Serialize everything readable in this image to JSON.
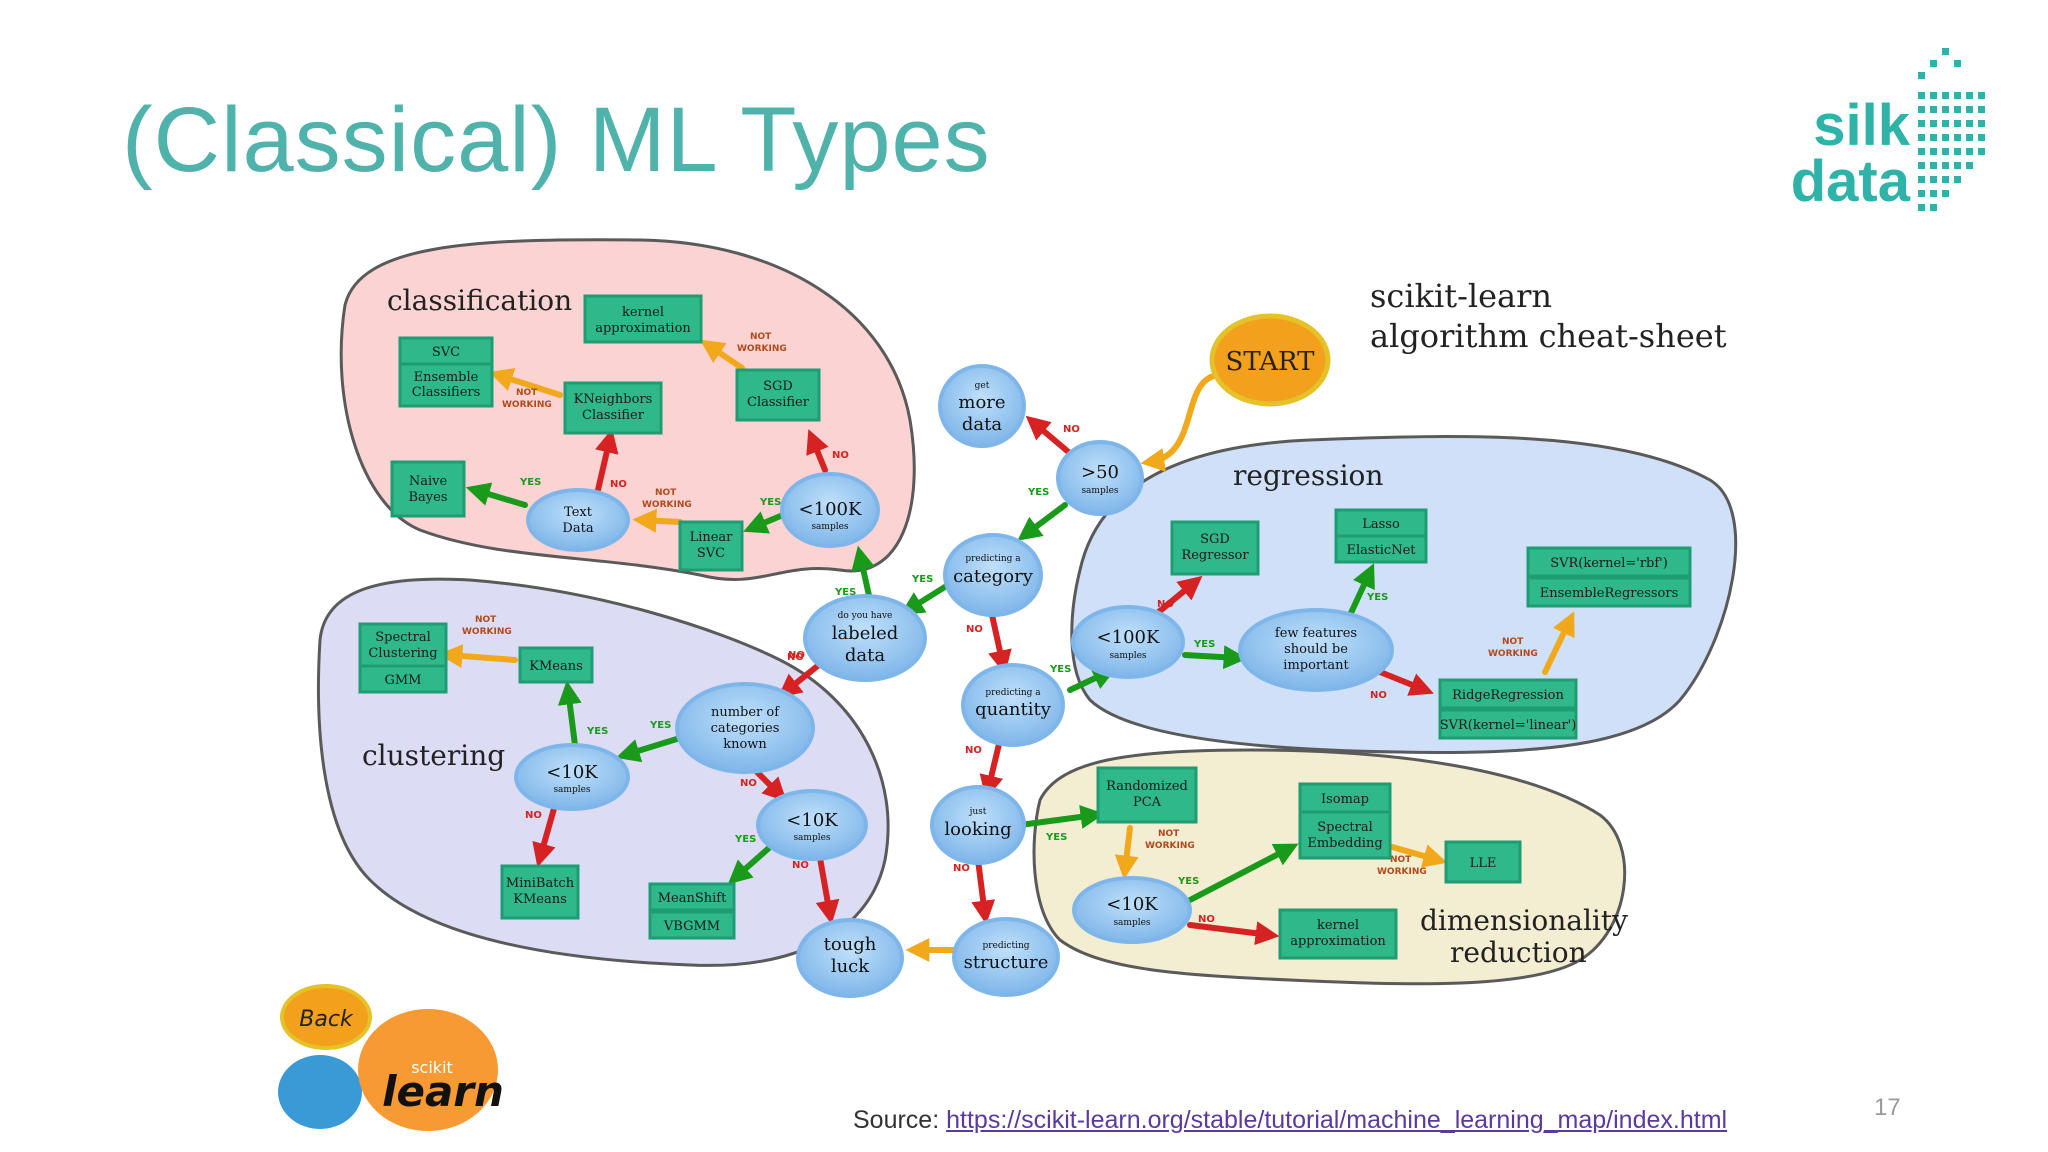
{
  "slide": {
    "title": "(Classical) ML Types",
    "logo_line1": "silk",
    "logo_line2": "data",
    "source_label": "Source:",
    "source_url": "https://scikit-learn.org/stable/tutorial/machine_learning_map/index.html",
    "page_number": "17"
  },
  "cheatsheet": {
    "title_line1": "scikit-learn",
    "title_line2": "algorithm cheat-sheet",
    "start": "START",
    "back": "Back",
    "sklearn_logo_small": "scikit",
    "sklearn_logo_big": "learn",
    "regions": {
      "classification": "classification",
      "clustering": "clustering",
      "regression": "regression",
      "dim_line1": "dimensionality",
      "dim_line2": "reduction"
    },
    "nodes": {
      "more_data_small": "get",
      "more_data_big1": "more",
      "more_data_big2": "data",
      "gt50_big": ">50",
      "gt50_small": "samples",
      "category_small": "predicting a",
      "category_big": "category",
      "labeled_small": "do you have",
      "labeled_big1": "labeled",
      "labeled_big2": "data",
      "class_100k_big": "<100K",
      "class_100k_small": "samples",
      "text_data_1": "Text",
      "text_data_2": "Data",
      "quantity_small": "predicting a",
      "quantity_big": "quantity",
      "reg_100k_big": "<100K",
      "reg_100k_small": "samples",
      "few_features_1": "few features",
      "few_features_2": "should be",
      "few_features_3": "important",
      "num_cat_1": "number of",
      "num_cat_2": "categories",
      "num_cat_3": "known",
      "clu_10k_a_big": "<10K",
      "clu_10k_a_small": "samples",
      "clu_10k_b_big": "<10K",
      "clu_10k_b_small": "samples",
      "looking_small": "just",
      "looking_big": "looking",
      "structure_small": "predicting",
      "structure_big": "structure",
      "tough_1": "tough",
      "tough_2": "luck",
      "dim_10k_big": "<10K",
      "dim_10k_small": "samples"
    },
    "algorithms": {
      "svc": "SVC",
      "ensemble_cls_1": "Ensemble",
      "ensemble_cls_2": "Classifiers",
      "kernel_approx_cls_1": "kernel",
      "kernel_approx_cls_2": "approximation",
      "kneighbors_1": "KNeighbors",
      "kneighbors_2": "Classifier",
      "sgd_cls_1": "SGD",
      "sgd_cls_2": "Classifier",
      "naive_1": "Naive",
      "naive_2": "Bayes",
      "linear_svc_1": "Linear",
      "linear_svc_2": "SVC",
      "spectral_clu_1": "Spectral",
      "spectral_clu_2": "Clustering",
      "gmm": "GMM",
      "kmeans": "KMeans",
      "minibatch_1": "MiniBatch",
      "minibatch_2": "KMeans",
      "meanshift": "MeanShift",
      "vbgmm": "VBGMM",
      "sgd_reg_1": "SGD",
      "sgd_reg_2": "Regressor",
      "lasso": "Lasso",
      "elasticnet": "ElasticNet",
      "svr_rbf": "SVR(kernel='rbf')",
      "ensemble_reg": "EnsembleRegressors",
      "ridge": "RidgeRegression",
      "svr_linear": "SVR(kernel='linear')",
      "randomized_pca_1": "Randomized",
      "randomized_pca_2": "PCA",
      "isomap": "Isomap",
      "spectral_emb_1": "Spectral",
      "spectral_emb_2": "Embedding",
      "lle": "LLE",
      "kernel_approx_dim_1": "kernel",
      "kernel_approx_dim_2": "approximation"
    },
    "edge_labels": {
      "yes": "YES",
      "no": "NO",
      "not": "NOT",
      "working": "WORKING"
    },
    "colors": {
      "title": "#4fb3ac",
      "classification_bg": "#fbd3d3",
      "clustering_bg": "#dcdcf5",
      "regression_bg": "#cfe0f8",
      "dim_bg": "#f3edd2",
      "node_blue": "#8ec1ee",
      "algo_green": "#2fb889",
      "yes_arrow": "#1a9a1a",
      "no_arrow": "#d62222",
      "not_working_arrow": "#f1a81b",
      "start_orange": "#f3a01d"
    }
  }
}
